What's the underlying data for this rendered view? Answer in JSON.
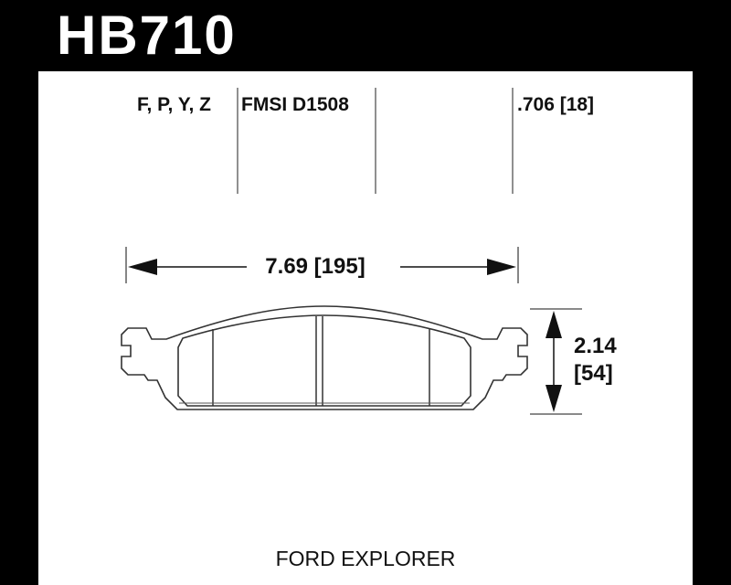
{
  "header": {
    "part_number": "HB710"
  },
  "specs": {
    "compounds": "F, P, Y, Z",
    "fmsi": "FMSI D1508",
    "thickness": ".706 [18]"
  },
  "dimensions": {
    "width": "7.69 [195]",
    "height_in": "2.14",
    "height_mm": "[54]"
  },
  "vehicle": "FORD EXPLORER",
  "colors": {
    "frame": "#000000",
    "line": "#444444"
  }
}
